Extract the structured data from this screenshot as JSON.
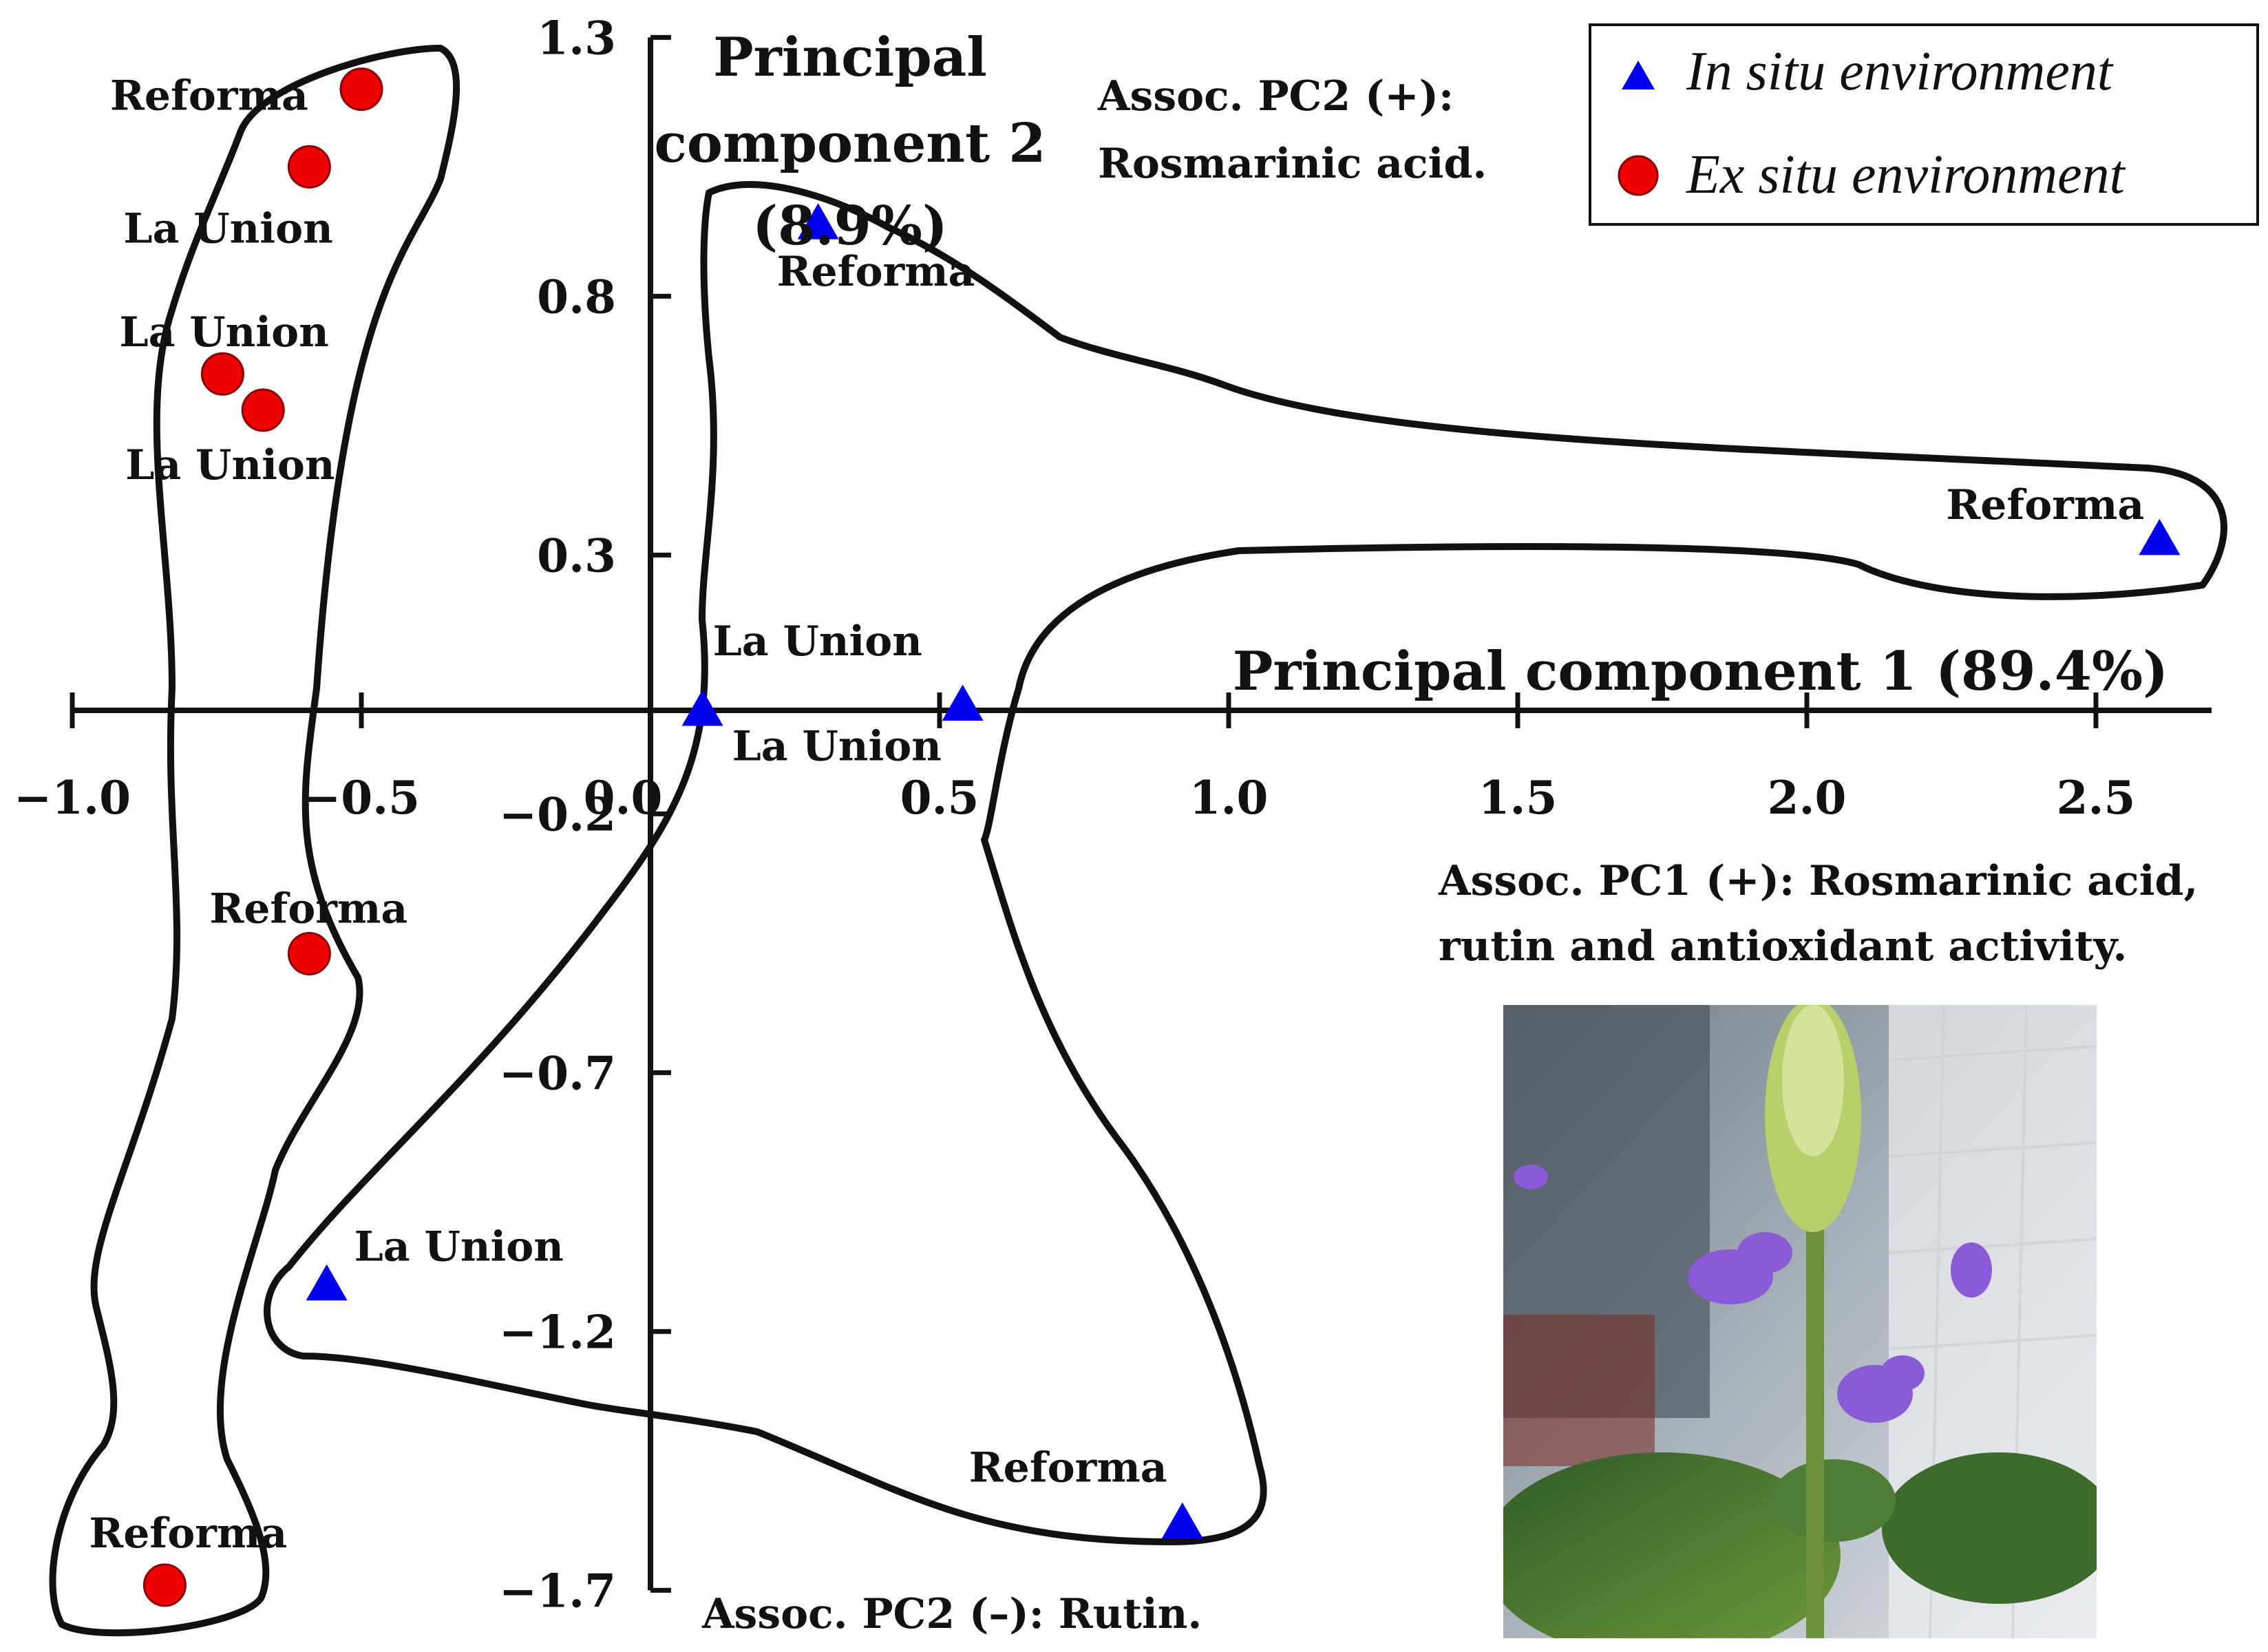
{
  "chart_data": {
    "type": "scatter",
    "title": "",
    "xlabel": "Principal component 1 (89.4%)",
    "ylabel": "Principal component 2 (8.9%)",
    "xlim": [
      -1.0,
      2.7
    ],
    "ylim": [
      -1.7,
      1.3
    ],
    "x_ticks": [
      -1.0,
      -0.5,
      0.0,
      0.5,
      1.0,
      1.5,
      2.0,
      2.5
    ],
    "x_tick_labels": [
      "−1.0",
      "−0.5",
      "0.0",
      "0.5",
      "1.0",
      "1.5",
      "2.0",
      "2.5"
    ],
    "y_ticks": [
      1.3,
      0.8,
      0.3,
      -0.2,
      -0.7,
      -1.2,
      -1.7
    ],
    "y_tick_labels": [
      "1.3",
      "0.8",
      "0.3",
      "−0.2",
      "−0.7",
      "−1.2",
      "−1.7"
    ],
    "grid": false,
    "legend_position": "top-right",
    "series": [
      {
        "name": "In situ environment",
        "marker": "triangle",
        "color": "#0000ee",
        "points": [
          {
            "x": 0.29,
            "y": 0.94,
            "label": "Reforma"
          },
          {
            "x": 2.61,
            "y": 0.33,
            "label": "Reforma"
          },
          {
            "x": 0.09,
            "y": 0.0,
            "label": "La Union"
          },
          {
            "x": 0.54,
            "y": 0.01,
            "label": "La Union"
          },
          {
            "x": -0.56,
            "y": -1.11,
            "label": "La Union"
          },
          {
            "x": 0.92,
            "y": -1.57,
            "label": "Reforma"
          }
        ]
      },
      {
        "name": "Ex situ environment",
        "marker": "circle",
        "color": "#ee0000",
        "points": [
          {
            "x": -0.5,
            "y": 1.2,
            "label": "Reforma"
          },
          {
            "x": -0.59,
            "y": 1.05,
            "label": "La Union"
          },
          {
            "x": -0.74,
            "y": 0.65,
            "label": "La Union"
          },
          {
            "x": -0.67,
            "y": 0.58,
            "label": "La Union"
          },
          {
            "x": -0.59,
            "y": -0.47,
            "label": "Reforma"
          },
          {
            "x": -0.84,
            "y": -1.69,
            "label": "Reforma"
          }
        ]
      }
    ],
    "annotations": {
      "pc2_positive": [
        "Assoc. PC2 (+):",
        "Rosmarinic acid."
      ],
      "pc1_positive": [
        "Assoc. PC1 (+): Rosmarinic acid,",
        "rutin and antioxidant activity."
      ],
      "pc2_negative": "Assoc. PC2 (–): Rutin."
    },
    "ylabel_lines": [
      "Principal",
      "component 2",
      "(8.9%)"
    ]
  },
  "colors": {
    "triangle": "#0000ee",
    "circle": "#ee0000",
    "axis": "#111111"
  }
}
